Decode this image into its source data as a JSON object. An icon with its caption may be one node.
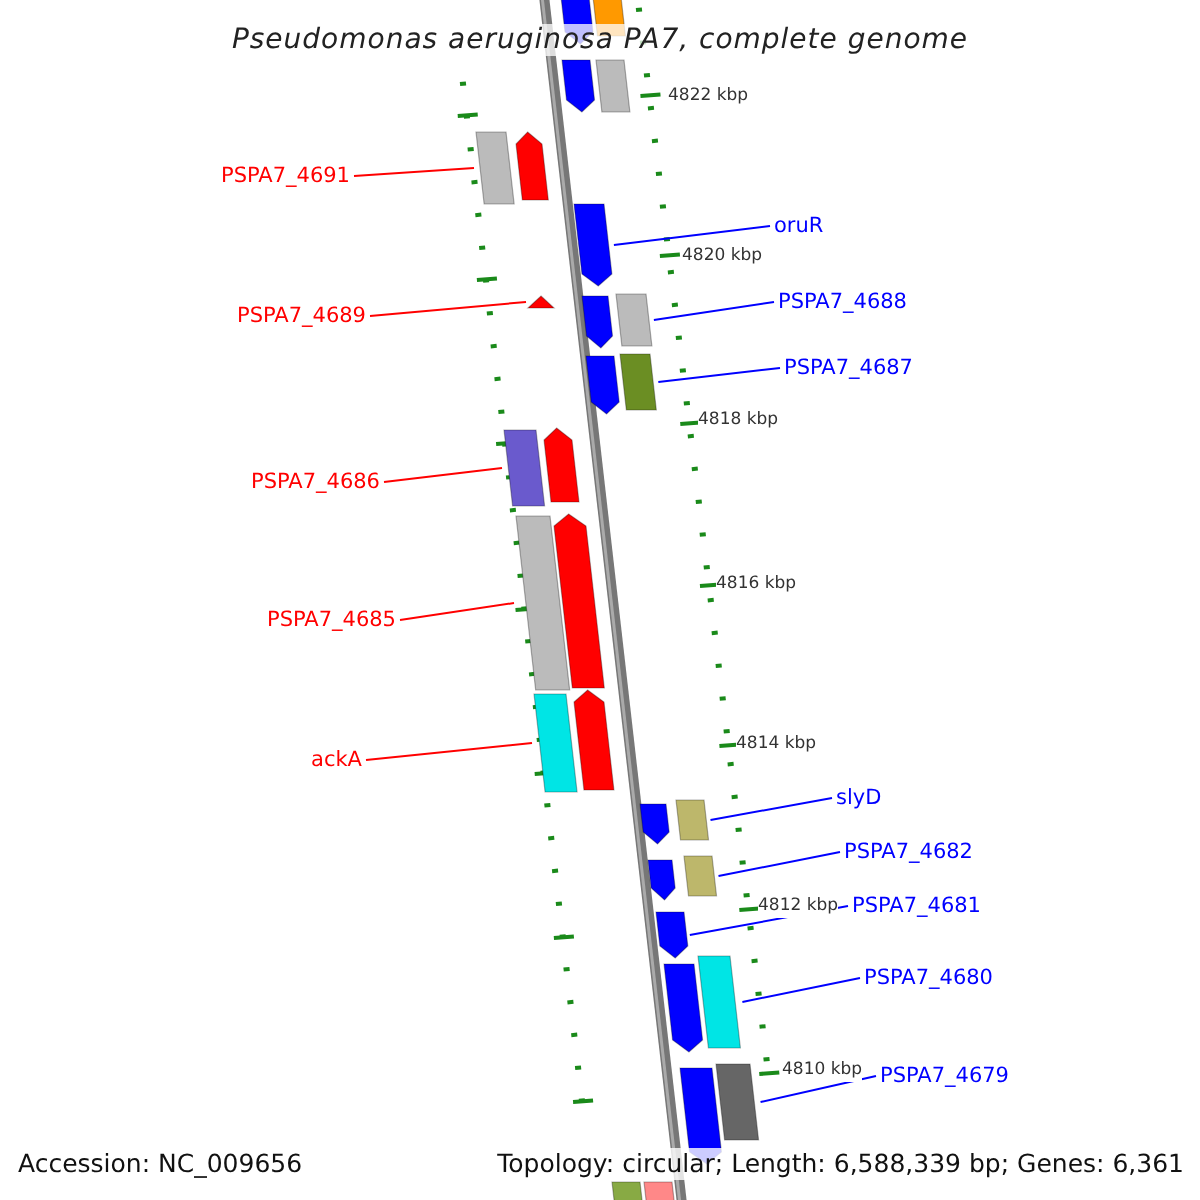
{
  "diagram": {
    "title": "Pseudomonas aeruginosa PA7, complete genome",
    "nodes": [
      {
        "text": [
          "PSPA7_4691"
        ]
      },
      {
        "text": [],
        "shape": "box"
      },
      {
        "text": [
          "oruR"
        ]
      },
      {
        "text": [],
        "shape": "arrow"
      },
      {
        "text": [
          "PSPA7_4689"
        ]
      },
      {
        "text": [],
        "shape": "arrow"
      },
      {
        "text": [
          "PSPA7_4688"
        ]
      },
      {
        "text": [],
        "shape": "box"
      },
      {
        "text": [
          "PSPA7_4687"
        ]
      },
      {
        "text": [],
        "shape": "box"
      },
      {
        "text": [
          "PSPA7_4686"
        ]
      },
      {
        "text": [],
        "shape": "box"
      },
      {
        "text": [
          "PSPA7_4685"
        ]
      },
      {
        "text": [],
        "shape": "box"
      },
      {
        "text": [
          "ackA"
        ]
      },
      {
        "text": [],
        "shape": "box"
      },
      {
        "text": [
          "slyD"
        ]
      },
      {
        "text": [],
        "shape": "box"
      },
      {
        "text": [
          "PSPA7_4682"
        ]
      },
      {
        "text": [],
        "shape": "box"
      },
      {
        "text": [
          "PSPA7_4681"
        ]
      },
      {
        "text": [],
        "shape": "arrow"
      },
      {
        "text": [
          "PSPA7_4680"
        ]
      },
      {
        "text": [],
        "shape": "box"
      },
      {
        "text": [
          "PSPA7_4679"
        ]
      },
      {
        "text": [],
        "shape": "box"
      },
      {
        "text": [],
        "shape": "arrow"
      },
      {
        "text": [],
        "shape": "box"
      },
      {
        "text": [],
        "shape": "arrow"
      },
      {
        "text": [],
        "shape": "box"
      },
      {
        "text": [],
        "shape": "arrow"
      },
      {
        "text": [],
        "shape": "arrow"
      },
      {
        "text": [],
        "shape": "arrow"
      },
      {
        "text": [],
        "shape": "arrow"
      },
      {
        "text": [],
        "shape": "arrow"
      },
      {
        "text": [],
        "shape": "arrow"
      },
      {
        "text": [],
        "shape": "arrow"
      },
      {
        "text": [],
        "shape": "arrow"
      },
      {
        "text": [],
        "shape": "arrow"
      },
      {
        "text": [],
        "shape": "arrow"
      },
      {
        "text": [],
        "shape": "box"
      },
      {
        "text": [],
        "shape": "box"
      }
    ],
    "edges": [
      {
        "from": 0,
        "to": 1,
        "arrow": "none",
        "color": "#ff0000"
      },
      {
        "from": 2,
        "to": 3,
        "arrow": "none"
      },
      {
        "from": 4,
        "to": 5,
        "arrow": "none",
        "color": "#ff0000"
      },
      {
        "from": 6,
        "to": 7,
        "arrow": "none"
      },
      {
        "from": 8,
        "to": 9,
        "arrow": "none"
      },
      {
        "from": 10,
        "to": 11,
        "arrow": "none",
        "color": "#ff0000"
      },
      {
        "from": 12,
        "to": 13,
        "arrow": "none",
        "color": "#ff0000"
      },
      {
        "from": 14,
        "to": 15,
        "arrow": "none",
        "color": "#ff0000"
      },
      {
        "from": 16,
        "to": 17,
        "arrow": "none"
      },
      {
        "from": 18,
        "to": 19,
        "arrow": "none"
      },
      {
        "from": 20,
        "to": 21,
        "arrow": "none"
      },
      {
        "from": 22,
        "to": 23,
        "arrow": "none"
      },
      {
        "from": 24,
        "to": 25,
        "arrow": "none"
      }
    ],
    "labels": [
      "4822 kbp",
      "4820 kbp",
      "4818 kbp",
      "4816 kbp",
      "4814 kbp",
      "4812 kbp",
      "4810 kbp",
      "Accession: NC_009656",
      "Topology: circular; Length: 6,588,339 bp; Genes: 6,361"
    ]
  }
}
